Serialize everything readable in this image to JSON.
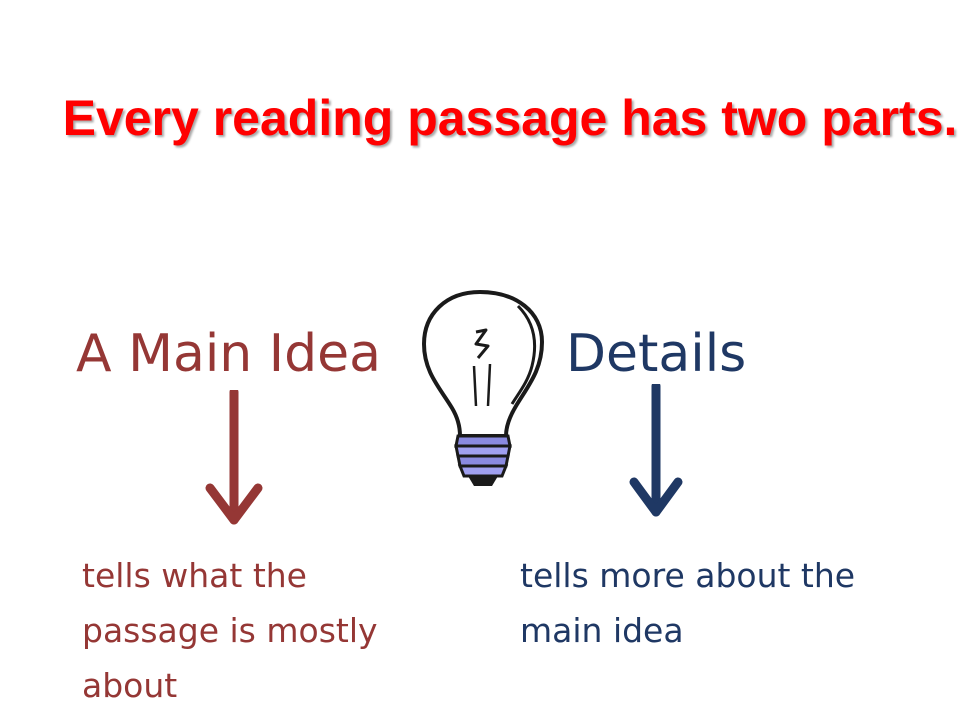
{
  "slide": {
    "title": "Every reading passage has two parts.",
    "main_idea": {
      "label": "A Main Idea",
      "description": "tells what the passage is mostly about",
      "color": "#953735"
    },
    "details": {
      "label": "Details",
      "description": "tells more about the main idea",
      "color": "#1f3864"
    },
    "title_color": "#ff0000",
    "icons": [
      "lightbulb-icon",
      "down-arrow-icon",
      "down-arrow-icon"
    ]
  }
}
